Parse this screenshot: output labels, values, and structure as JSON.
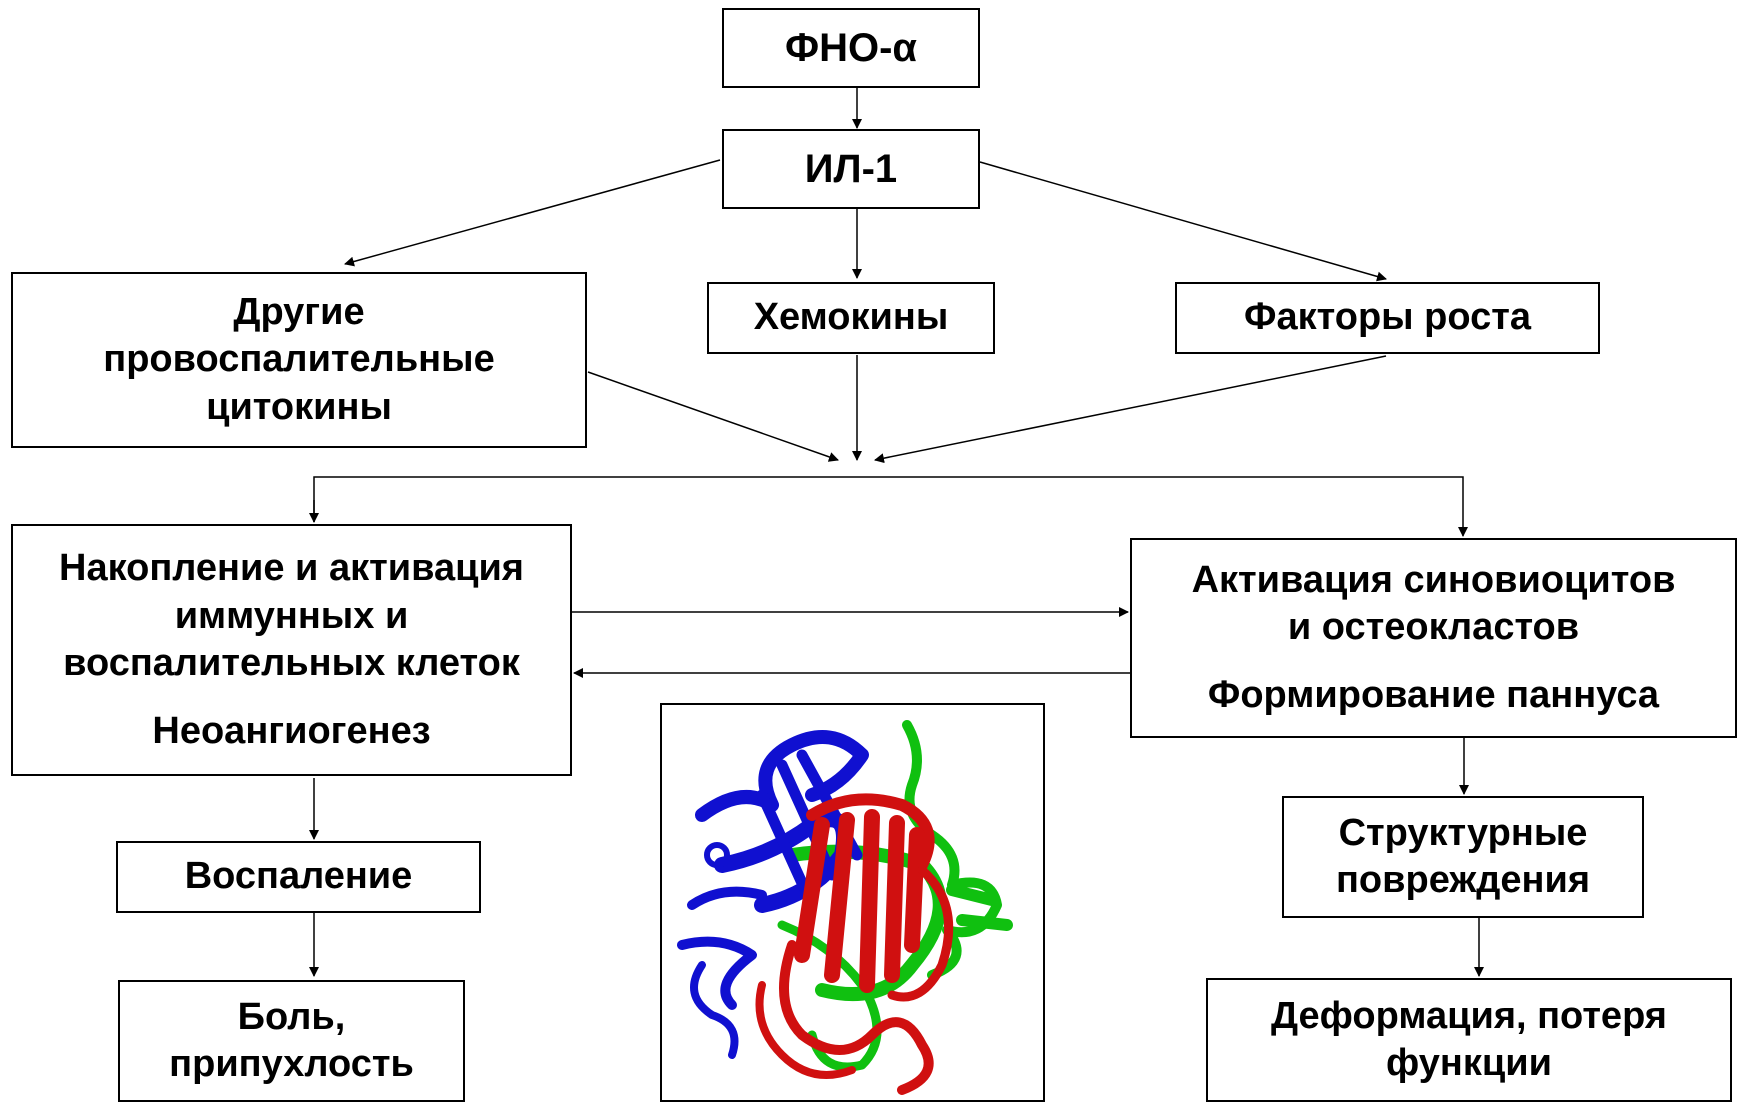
{
  "nodes": {
    "tnf": {
      "lines": [
        "ФНО-α"
      ]
    },
    "il1": {
      "lines": [
        "ИЛ-1"
      ]
    },
    "other": {
      "lines": [
        "Другие",
        "провоспалительные",
        "цитокины"
      ]
    },
    "chemokines": {
      "lines": [
        "Хемокины"
      ]
    },
    "growth": {
      "lines": [
        "Факторы роста"
      ]
    },
    "accumulation": {
      "lines": [
        "Накопление и активация",
        "иммунных и",
        "воспалительных клеток"
      ],
      "extra": "Неоангиогенез"
    },
    "activation": {
      "lines": [
        "Активация синовиоцитов",
        "и остеокластов"
      ],
      "extra": "Формирование паннуса"
    },
    "inflammation": {
      "lines": [
        "Воспаление"
      ]
    },
    "pain": {
      "lines": [
        "Боль,",
        "припухлость"
      ]
    },
    "structural": {
      "lines": [
        "Структурные",
        "повреждения"
      ]
    },
    "deformation": {
      "lines": [
        "Деформация, потеря",
        "функции"
      ]
    }
  },
  "colors": {
    "line": "#000000",
    "chain_a": "#1010d0",
    "chain_b": "#d01010",
    "chain_c": "#10c010"
  }
}
